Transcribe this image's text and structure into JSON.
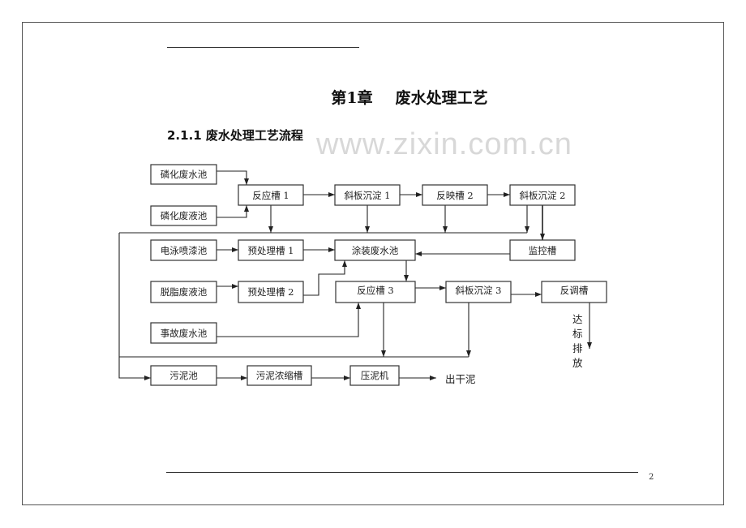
{
  "watermark": "www.zixin.com.cn",
  "chapter": {
    "number": "第1章",
    "title": "废水处理工艺"
  },
  "section_heading": "2.1.1 废水处理工艺流程",
  "page_number": "2",
  "diagram": {
    "nodes": {
      "phos_water": "磷化废水池",
      "phos_liquid": "磷化废液池",
      "react1": "反应槽 1",
      "settle1": "斜板沉淀 1",
      "react2": "反映槽 2",
      "settle2": "斜板沉淀 2",
      "electro": "电泳喷漆池",
      "pre1": "预处理槽 1",
      "coating": "涂装废水池",
      "monitor": "监控槽",
      "degrease": "脱脂废液池",
      "pre2": "预处理槽 2",
      "react3": "反应槽 3",
      "settle3": "斜板沉淀 3",
      "adjust": "反调槽",
      "accident": "事故废水池",
      "sludge": "污泥池",
      "thicken": "污泥浓缩槽",
      "press": "压泥机"
    },
    "outputs": {
      "dry_sludge": "出干泥",
      "discharge": [
        "达",
        "标",
        "排",
        "放"
      ]
    }
  }
}
